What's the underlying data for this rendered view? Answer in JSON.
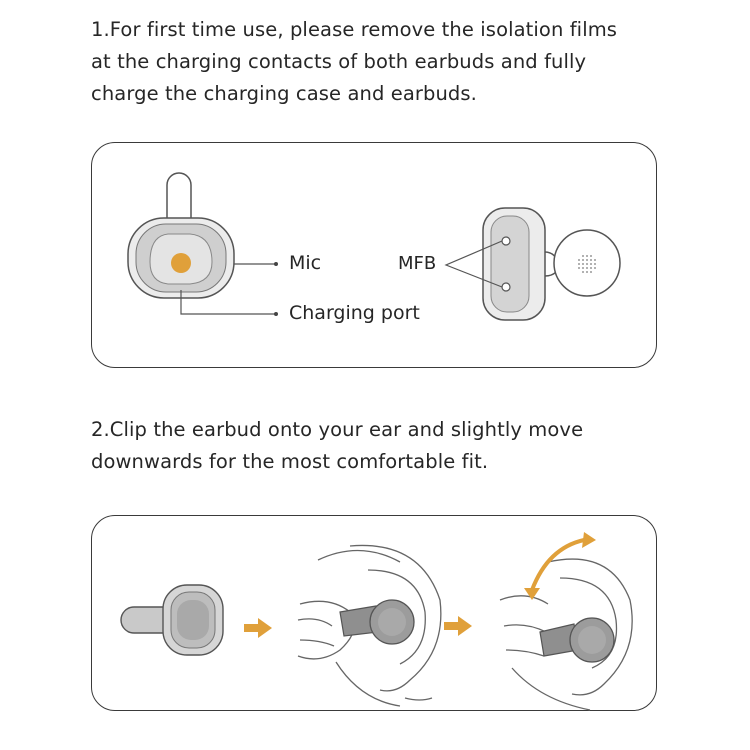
{
  "step1": {
    "lines": [
      "1.For first time use, please remove the isolation films",
      "at the charging contacts of both earbuds and fully",
      "charge the charging case and earbuds."
    ]
  },
  "diagram1": {
    "mic_label": "Mic",
    "mfb_label": "MFB",
    "charging_port_label": "Charging port"
  },
  "step2": {
    "lines": [
      "2.Clip the earbud onto your ear and slightly move",
      "downwards for the most comfortable fit."
    ]
  },
  "colors": {
    "accent": "#e0a03a",
    "outline": "#4a4a4a",
    "fill_light": "#d9d9d9",
    "fill_dark": "#a8a8a8"
  }
}
